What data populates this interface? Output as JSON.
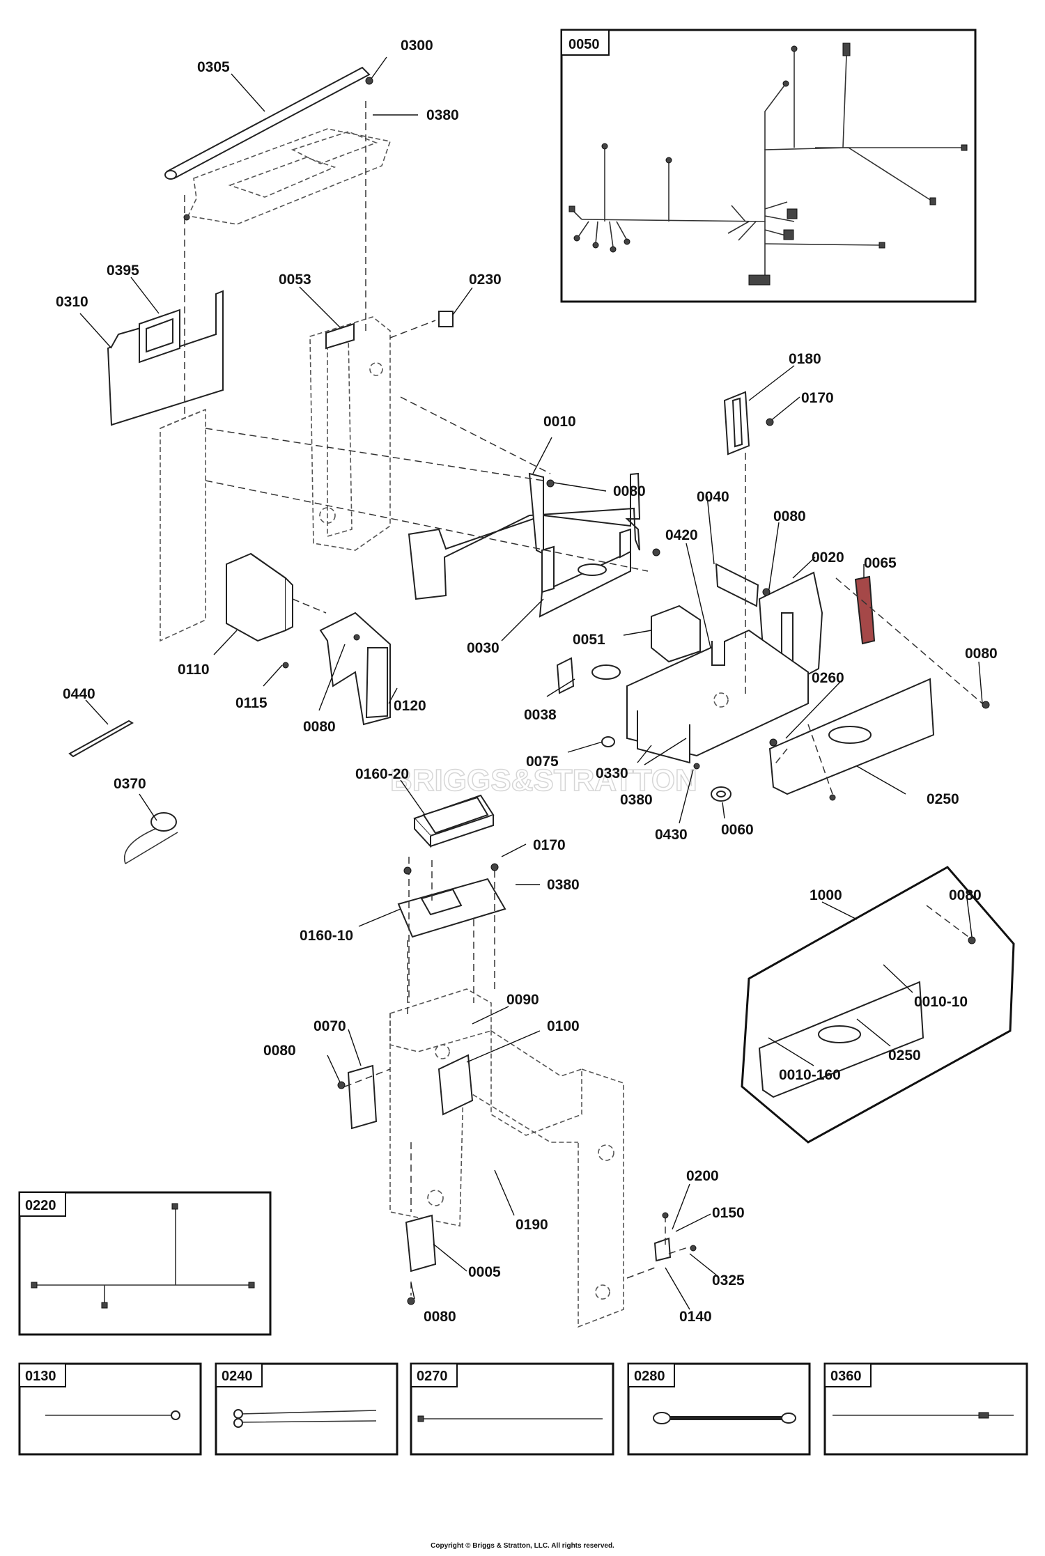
{
  "watermark": "BRIGGS&STRATTON",
  "copyright": "Copyright © Briggs & Stratton, LLC. All rights reserved.",
  "part_labels": {
    "p0300": "0300",
    "p0305": "0305",
    "p0380a": "0380",
    "p0395": "0395",
    "p0310": "0310",
    "p0053": "0053",
    "p0230": "0230",
    "p0010": "0010",
    "p0080a": "0080",
    "p0180": "0180",
    "p0170a": "0170",
    "p0040": "0040",
    "p0080b": "0080",
    "p0420": "0420",
    "p0020": "0020",
    "p0065": "0065",
    "p0030": "0030",
    "p0051": "0051",
    "p0110": "0110",
    "p0115": "0115",
    "p0080c": "0080",
    "p0120": "0120",
    "p0080d": "0080",
    "p0260": "0260",
    "p0440": "0440",
    "p0038": "0038",
    "p0075": "0075",
    "p0330": "0330",
    "p0380b": "0380",
    "p0370": "0370",
    "p0160_20": "0160-20",
    "p0430": "0430",
    "p0060": "0060",
    "p0250a": "0250",
    "p0170b": "0170",
    "p0380c": "0380",
    "p0160_10": "0160-10",
    "p1000": "1000",
    "p0080e": "0080",
    "p0010_10": "0010-10",
    "p0250b": "0250",
    "p0010_160": "0010-160",
    "p0090": "0090",
    "p0070": "0070",
    "p0100": "0100",
    "p0080f": "0080",
    "p0200": "0200",
    "p0150": "0150",
    "p0190": "0190",
    "p0005": "0005",
    "p0325": "0325",
    "p0140": "0140",
    "p0080g": "0080"
  },
  "inset_boxes": {
    "b0050": "0050",
    "b0220": "0220",
    "b0130": "0130",
    "b0240": "0240",
    "b0270": "0270",
    "b0280": "0280",
    "b0360": "0360"
  }
}
